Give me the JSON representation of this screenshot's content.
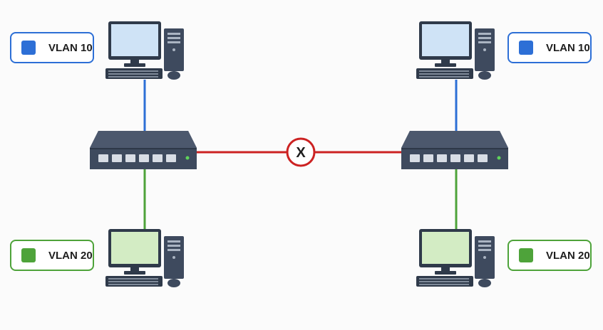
{
  "colors": {
    "vlan10": "#2d6fd6",
    "vlan20": "#4ea33a",
    "trunk_blocked": "#cc2222",
    "switch_body": "#3e4a5e",
    "monitor_vlan10": "#cfe3f6",
    "monitor_vlan20": "#d3ecc4"
  },
  "legends": {
    "top_left": {
      "label": "VLAN 10",
      "color": "#2d6fd6"
    },
    "top_right": {
      "label": "VLAN 10",
      "color": "#2d6fd6"
    },
    "bottom_left": {
      "label": "VLAN 20",
      "color": "#4ea33a"
    },
    "bottom_right": {
      "label": "VLAN 20",
      "color": "#4ea33a"
    }
  },
  "link_status": {
    "symbol": "X"
  },
  "icons": [
    "computer-icon",
    "network-switch-icon",
    "blocked-link-icon"
  ]
}
